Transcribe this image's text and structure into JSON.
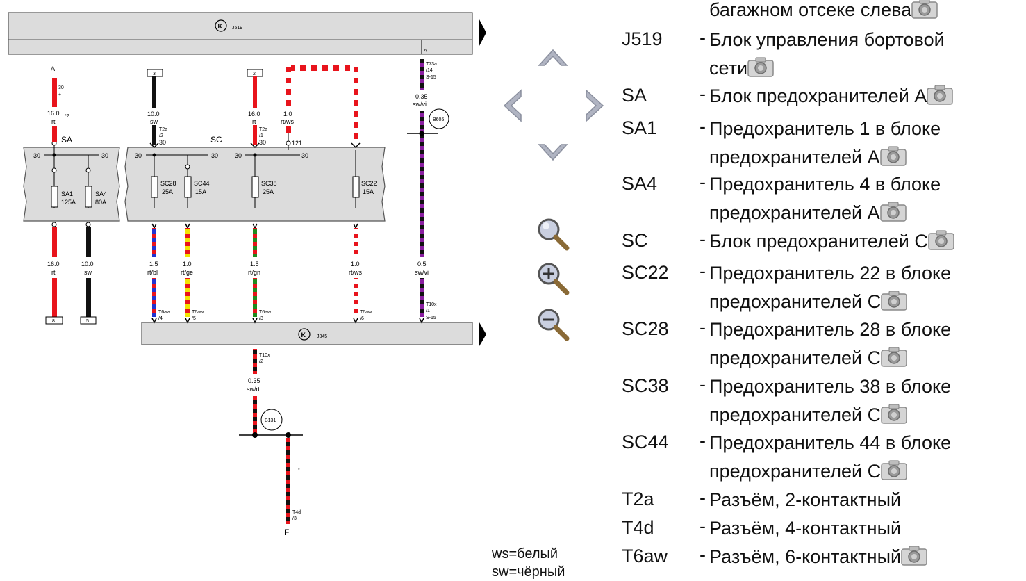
{
  "diagram": {
    "modules": {
      "top": {
        "name": "J519"
      },
      "bottom": {
        "name": "J345"
      }
    },
    "fuse_boxes": {
      "sa": {
        "label": "SA",
        "rail_labels": [
          "30",
          "30"
        ]
      },
      "sc": {
        "label": "SC",
        "rail_labels": [
          "30",
          "30",
          "30",
          "30"
        ]
      }
    },
    "fuses": [
      {
        "id": "sa1",
        "name": "SA1",
        "rating": "125A"
      },
      {
        "id": "sa4",
        "name": "SA4",
        "rating": "80A"
      },
      {
        "id": "sc28",
        "name": "SC28",
        "rating": "25A"
      },
      {
        "id": "sc44",
        "name": "SC44",
        "rating": "15A"
      },
      {
        "id": "sc38",
        "name": "SC38",
        "rating": "25A"
      },
      {
        "id": "sc22",
        "name": "SC22",
        "rating": "15A"
      }
    ],
    "wire_labels": {
      "a_top": "A",
      "a_30": "30",
      "a_plus": "+",
      "a_size": "16.0",
      "a_x2": "*2",
      "a_color": "rt",
      "w3_box": "3",
      "w3_size": "10.0",
      "w3_color": "sw",
      "w3_conn": "T2a",
      "w3_pin": "/2",
      "w3_30": "30",
      "w2_box": "2",
      "w2_size": "16.0",
      "w2_color": "rt",
      "w2_conn": "T2a",
      "w2_pin": "/1",
      "w2_30": "30",
      "wrw_size": "1.0",
      "wrw_color": "rt/ws",
      "wrw_node": "121",
      "j519_pin": "A",
      "t73a": "T73a",
      "t73a_pin": "/14",
      "t73a_s": "S-15",
      "sv_size": "0.35",
      "sv_color": "sw/vi",
      "b605": "B605",
      "o_sa1_size": "16.0",
      "o_sa1_color": "rt",
      "o_sa4_size": "10.0",
      "o_sa4_color": "sw",
      "o_sc28_size": "1.5",
      "o_sc28_color": "rt/bl",
      "o_sc44_size": "1.0",
      "o_sc44_color": "rt/ge",
      "o_sc38_size": "1.5",
      "o_sc38_color": "rt/gn",
      "o_sc22_size": "1.0",
      "o_sc22_color": "rt/ws",
      "o_sv_size": "0.5",
      "o_sv_color": "sw/vi",
      "box8": "8",
      "box5": "5",
      "t6aw": "T6aw",
      "p4": "/4",
      "p5": "/5",
      "p3": "/3",
      "p6": "/6",
      "t10x": "T10x",
      "t10x_p1": "/1",
      "t10x_s": "S-15",
      "t10x_b": "T10x",
      "t10x_p2": "/2",
      "b_size": "0.35",
      "b_color": "sw/rt",
      "b131": "B131",
      "star": "*",
      "t4d": "T4d",
      "t4d_pin": "/3",
      "f": "F"
    }
  },
  "legend": {
    "items": [
      {
        "code": "",
        "dash": "",
        "lines": [
          "багажном отсеке слева"
        ],
        "camera": true
      },
      {
        "code": "J519",
        "dash": "-",
        "lines": [
          "Блок управления бортовой",
          "сети"
        ],
        "camera": true
      },
      {
        "code": "SA",
        "dash": "-",
        "lines": [
          "Блок предохранителей А"
        ],
        "camera": true
      },
      {
        "code": "SA1",
        "dash": "-",
        "lines": [
          "Предохранитель 1 в блоке",
          "предохранителей А"
        ],
        "camera": true
      },
      {
        "code": "SA4",
        "dash": "-",
        "lines": [
          "Предохранитель 4 в блоке",
          "предохранителей А"
        ],
        "camera": true
      },
      {
        "code": "SC",
        "dash": "-",
        "lines": [
          "Блок предохранителей С"
        ],
        "camera": true
      },
      {
        "code": "SC22",
        "dash": "-",
        "lines": [
          "Предохранитель 22 в блоке",
          "предохранителей С"
        ],
        "camera": true
      },
      {
        "code": "SC28",
        "dash": "-",
        "lines": [
          "Предохранитель 28 в блоке",
          "предохранителей С"
        ],
        "camera": true
      },
      {
        "code": "SC38",
        "dash": "-",
        "lines": [
          "Предохранитель 38 в блоке",
          "предохранителей С"
        ],
        "camera": true
      },
      {
        "code": "SC44",
        "dash": "-",
        "lines": [
          "Предохранитель 44 в блоке",
          "предохранителей С"
        ],
        "camera": true
      },
      {
        "code": "T2a",
        "dash": "-",
        "lines": [
          "Разъём, 2-контактный"
        ],
        "camera": false
      },
      {
        "code": "T4d",
        "dash": "-",
        "lines": [
          "Разъём, 4-контактный"
        ],
        "camera": false
      },
      {
        "code": "T6aw",
        "dash": "-",
        "lines": [
          "Разъём, 6-контактный"
        ],
        "camera": true
      }
    ]
  },
  "color_key": [
    "ws=белый",
    "sw=чёрный"
  ],
  "controls": {
    "icons": [
      "chevron-up-icon",
      "chevron-left-icon",
      "chevron-right-icon",
      "chevron-down-icon",
      "zoom-icon",
      "zoom-in-icon",
      "zoom-out-icon"
    ]
  },
  "colors": {
    "wire_red": "#e8141c",
    "wire_black": "#111111",
    "wire_violet": "#8a1ea0",
    "wire_blue": "#2033d0",
    "wire_yellow": "#f2e500",
    "wire_green": "#1f8a1f",
    "module_fill": "#dcdcdc"
  }
}
